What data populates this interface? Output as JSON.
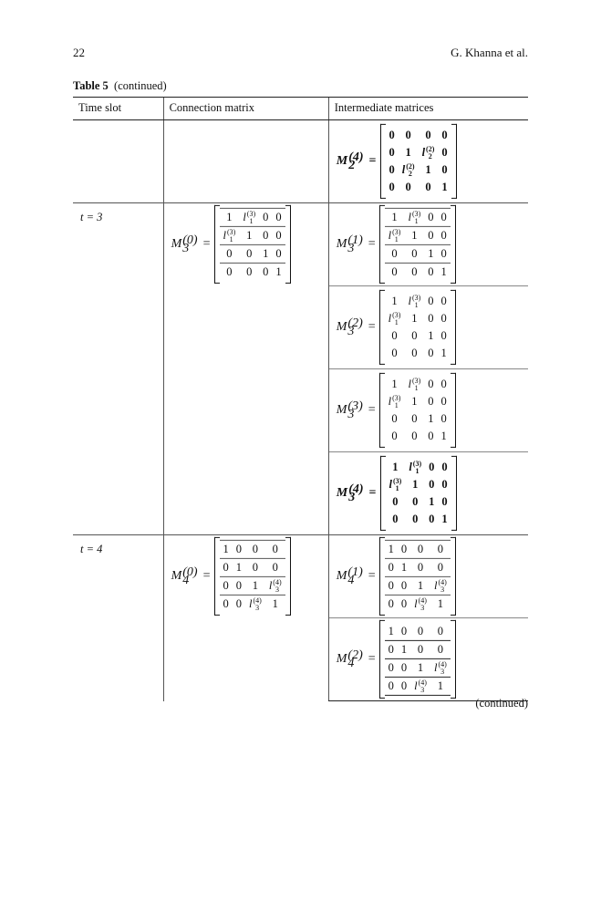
{
  "header": {
    "page_number": "22",
    "authors": "G. Khanna et al."
  },
  "caption": {
    "label": "Table 5",
    "text": "(continued)"
  },
  "columns": [
    "Time slot",
    "Connection matrix",
    "Intermediate matrices"
  ],
  "rows": [
    {
      "time_slot": "",
      "connection": null,
      "intermediate": [
        {
          "name": "M",
          "sub": "2",
          "sup": "(4)",
          "bold": true,
          "cells": [
            [
              "0",
              "0",
              "0",
              "0"
            ],
            [
              "0",
              "1",
              "l:2:(2)",
              "0"
            ],
            [
              "0",
              "l:2:(2)",
              "1",
              "0"
            ],
            [
              "0",
              "0",
              "0",
              "1"
            ]
          ]
        }
      ]
    },
    {
      "time_slot": "t = 3",
      "connection": {
        "name": "M",
        "sub": "3",
        "sup": "(0)",
        "bold": false,
        "cells": [
          [
            "1",
            "l:1:(3)",
            "0",
            "0"
          ],
          [
            "l:1:(3)",
            "1",
            "0",
            "0"
          ],
          [
            "0",
            "0",
            "1",
            "0"
          ],
          [
            "0",
            "0",
            "0",
            "1"
          ]
        ]
      },
      "intermediate": [
        {
          "name": "M",
          "sub": "3",
          "sup": "(1)",
          "bold": false,
          "cells": [
            [
              "1",
              "l:1:(3)",
              "0",
              "0"
            ],
            [
              "l:1:(3)",
              "1",
              "0",
              "0"
            ],
            [
              "0",
              "0",
              "1",
              "0"
            ],
            [
              "0",
              "0",
              "0",
              "1"
            ]
          ]
        },
        {
          "name": "M",
          "sub": "3",
          "sup": "(2)",
          "bold": false,
          "cells": [
            [
              "1",
              "l:1:(3)",
              "0",
              "0"
            ],
            [
              "l:1:(3)",
              "1",
              "0",
              "0"
            ],
            [
              "0",
              "0",
              "1",
              "0"
            ],
            [
              "0",
              "0",
              "0",
              "1"
            ]
          ]
        },
        {
          "name": "M",
          "sub": "3",
          "sup": "(3)",
          "bold": false,
          "cells": [
            [
              "1",
              "l:1:(3)",
              "0",
              "0"
            ],
            [
              "l:1:(3)",
              "1",
              "0",
              "0"
            ],
            [
              "0",
              "0",
              "1",
              "0"
            ],
            [
              "0",
              "0",
              "0",
              "1"
            ]
          ]
        },
        {
          "name": "M",
          "sub": "3",
          "sup": "(4)",
          "bold": true,
          "cells": [
            [
              "1",
              "l:1:(3)",
              "0",
              "0"
            ],
            [
              "l:1:(3)",
              "1",
              "0",
              "0"
            ],
            [
              "0",
              "0",
              "1",
              "0"
            ],
            [
              "0",
              "0",
              "0",
              "1"
            ]
          ]
        }
      ]
    },
    {
      "time_slot": "t = 4",
      "connection": {
        "name": "M",
        "sub": "4",
        "sup": "(0)",
        "bold": false,
        "cells": [
          [
            "1",
            "0",
            "0",
            "0"
          ],
          [
            "0",
            "1",
            "0",
            "0"
          ],
          [
            "0",
            "0",
            "1",
            "l:3:(4)"
          ],
          [
            "0",
            "0",
            "l:3:(4)",
            "1"
          ]
        ]
      },
      "intermediate": [
        {
          "name": "M",
          "sub": "4",
          "sup": "(1)",
          "bold": false,
          "cells": [
            [
              "1",
              "0",
              "0",
              "0"
            ],
            [
              "0",
              "1",
              "0",
              "0"
            ],
            [
              "0",
              "0",
              "1",
              "l:3:(4)"
            ],
            [
              "0",
              "0",
              "l:3:(4)",
              "1"
            ]
          ]
        },
        {
          "name": "M",
          "sub": "4",
          "sup": "(2)",
          "bold": false,
          "cells": [
            [
              "1",
              "0",
              "0",
              "0"
            ],
            [
              "0",
              "1",
              "0",
              "0"
            ],
            [
              "0",
              "0",
              "1",
              "l:3:(4)"
            ],
            [
              "0",
              "0",
              "l:3:(4)",
              "1"
            ]
          ]
        }
      ]
    }
  ],
  "footer": {
    "continued": "(continued)"
  }
}
